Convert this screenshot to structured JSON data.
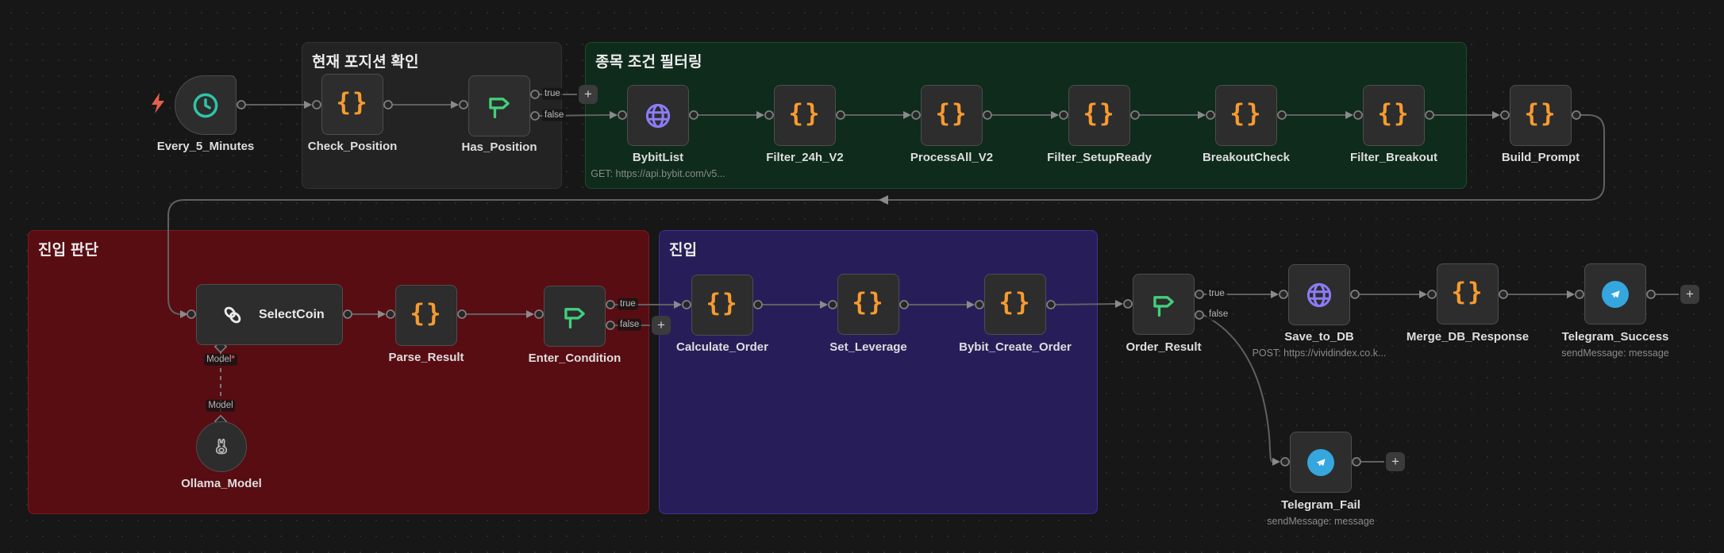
{
  "app": "n8n-workflow-canvas",
  "groups": {
    "position_check": {
      "title": "현재 포지션 확인"
    },
    "symbol_filter": {
      "title": "종목 조건 필터링"
    },
    "entry_decision": {
      "title": "진입 판단"
    },
    "entry": {
      "title": "진입"
    }
  },
  "nodes": {
    "every_5_minutes": {
      "label": "Every_5_Minutes"
    },
    "check_position": {
      "label": "Check_Position"
    },
    "has_position": {
      "label": "Has_Position"
    },
    "bybitlist": {
      "label": "BybitList",
      "subtitle": "GET: https://api.bybit.com/v5..."
    },
    "filter_24h_v2": {
      "label": "Filter_24h_V2"
    },
    "processall_v2": {
      "label": "ProcessAll_V2"
    },
    "filter_setupready": {
      "label": "Filter_SetupReady"
    },
    "breakoutcheck": {
      "label": "BreakoutCheck"
    },
    "filter_breakout": {
      "label": "Filter_Breakout"
    },
    "build_prompt": {
      "label": "Build_Prompt"
    },
    "selectcoin": {
      "label": "SelectCoin"
    },
    "parse_result": {
      "label": "Parse_Result"
    },
    "enter_condition": {
      "label": "Enter_Condition"
    },
    "ollama_model": {
      "label": "Ollama_Model"
    },
    "calculate_order": {
      "label": "Calculate_Order"
    },
    "set_leverage": {
      "label": "Set_Leverage"
    },
    "bybit_create_order": {
      "label": "Bybit_Create_Order"
    },
    "order_result": {
      "label": "Order_Result"
    },
    "save_to_db": {
      "label": "Save_to_DB",
      "subtitle": "POST: https://vividindex.co.k..."
    },
    "merge_db_response": {
      "label": "Merge_DB_Response"
    },
    "telegram_success": {
      "label": "Telegram_Success",
      "subtitle": "sendMessage: message"
    },
    "telegram_fail": {
      "label": "Telegram_Fail",
      "subtitle": "sendMessage: message"
    }
  },
  "ports": {
    "true": "true",
    "false": "false",
    "model": "Model",
    "required_mark": "*"
  },
  "icons": {
    "code": "{}",
    "plus": "+"
  },
  "colors": {
    "canvas_bg": "#171717",
    "node_bg": "#2d2d2d",
    "node_border": "#4d4d4d",
    "wire": "#606060",
    "code_icon": "#f79b30",
    "if_icon": "#41d07c",
    "trigger_clock_icon": "#2fc4a7",
    "http_globe_icon": "#8b7cf6",
    "telegram_icon": "#35a6de",
    "trigger_bolt": "#e4604e",
    "group_gray": "#232323",
    "group_green": "#0e2b1b",
    "group_red": "#580d13",
    "group_purple": "#271e59"
  }
}
